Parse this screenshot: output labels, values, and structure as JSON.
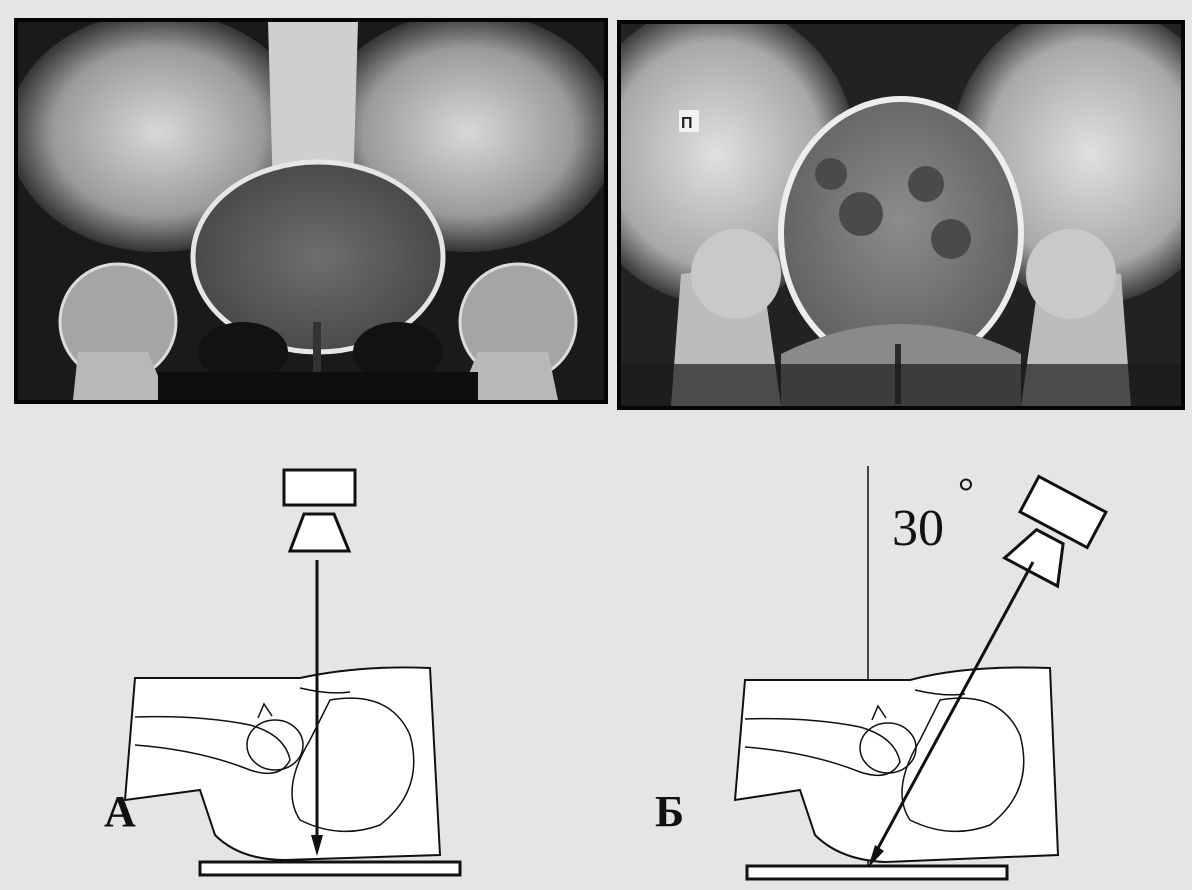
{
  "panels": {
    "left_label": "А",
    "right_label": "Б"
  },
  "angle": {
    "value": "30",
    "degree_symbol": "°"
  },
  "xray_marker": "П",
  "colors": {
    "background": "#e5e5e5",
    "film": "#111111",
    "ink": "#111111",
    "paper": "#ffffff"
  }
}
